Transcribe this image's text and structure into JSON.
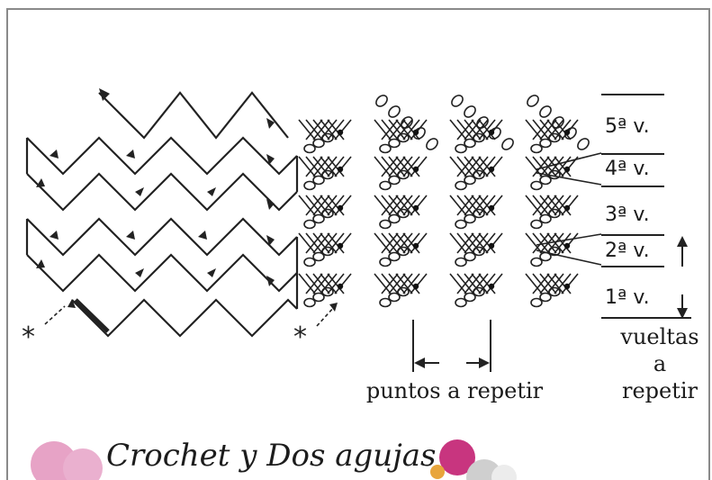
{
  "rows": [
    {
      "label": "5ª v."
    },
    {
      "label": "4ª v."
    },
    {
      "label": "3ª v."
    },
    {
      "label": "2ª v."
    },
    {
      "label": "1ª v."
    }
  ],
  "repeat_rows_caption": [
    "vueltas",
    "a",
    "repetir"
  ],
  "repeat_stitches_caption": "puntos a repetir",
  "start_marker": "*",
  "banner": {
    "text": "Crochet y Dos agujas"
  },
  "colors": {
    "ink": "#222222",
    "page_border": "#8a8a8a",
    "yarn_pink": "#e7a3c6",
    "yarn_magenta": "#c8357f"
  }
}
